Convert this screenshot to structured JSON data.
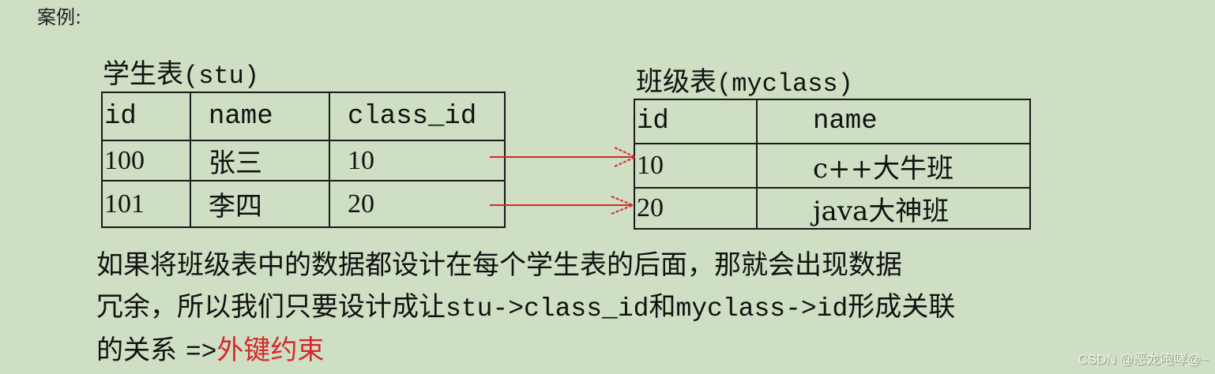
{
  "heading": "案例:",
  "stu_table": {
    "title_cn": "学生表",
    "title_en": "(stu)",
    "columns": [
      "id",
      "name",
      "class_id"
    ],
    "rows": [
      [
        "100",
        "张三",
        "10"
      ],
      [
        "101",
        "李四",
        "20"
      ]
    ]
  },
  "myclass_table": {
    "title_cn": "班级表",
    "title_en": "(myclass)",
    "columns": [
      "id",
      "name"
    ],
    "rows": [
      [
        "10",
        "c++大牛班"
      ],
      [
        "20",
        "java大神班"
      ]
    ]
  },
  "relations": [
    {
      "from": "stu.class_id=10",
      "to": "myclass.id=10"
    },
    {
      "from": "stu.class_id=20",
      "to": "myclass.id=20"
    }
  ],
  "colors": {
    "background": "#cedfc3",
    "arrow": "#d8262a",
    "highlight": "#d8262a",
    "border": "#1a1a1a"
  },
  "paragraph": {
    "line1": "如果将班级表中的数据都设计在每个学生表的后面，那就会出现数据",
    "line2_a": "冗余，所以我们只要设计成让",
    "line2_b": "stu->class_id",
    "line2_c": "和",
    "line2_d": "myclass->id",
    "line2_e": "形成关联",
    "line3_a": "的关系 ",
    "line3_b": "=>",
    "line3_highlight": "外键约束"
  },
  "watermark": "CSDN @恶龙咆哮@~"
}
